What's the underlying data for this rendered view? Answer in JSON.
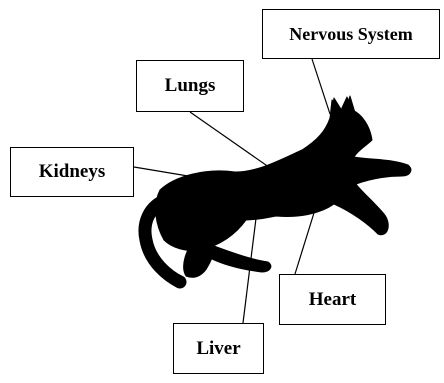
{
  "labels": {
    "nervous_system": "Nervous System",
    "lungs": "Lungs",
    "kidneys": "Kidneys",
    "heart": "Heart",
    "liver": "Liver"
  },
  "colors": {
    "silhouette": "#000000",
    "background": "#ffffff",
    "leader_line": "#000000"
  }
}
